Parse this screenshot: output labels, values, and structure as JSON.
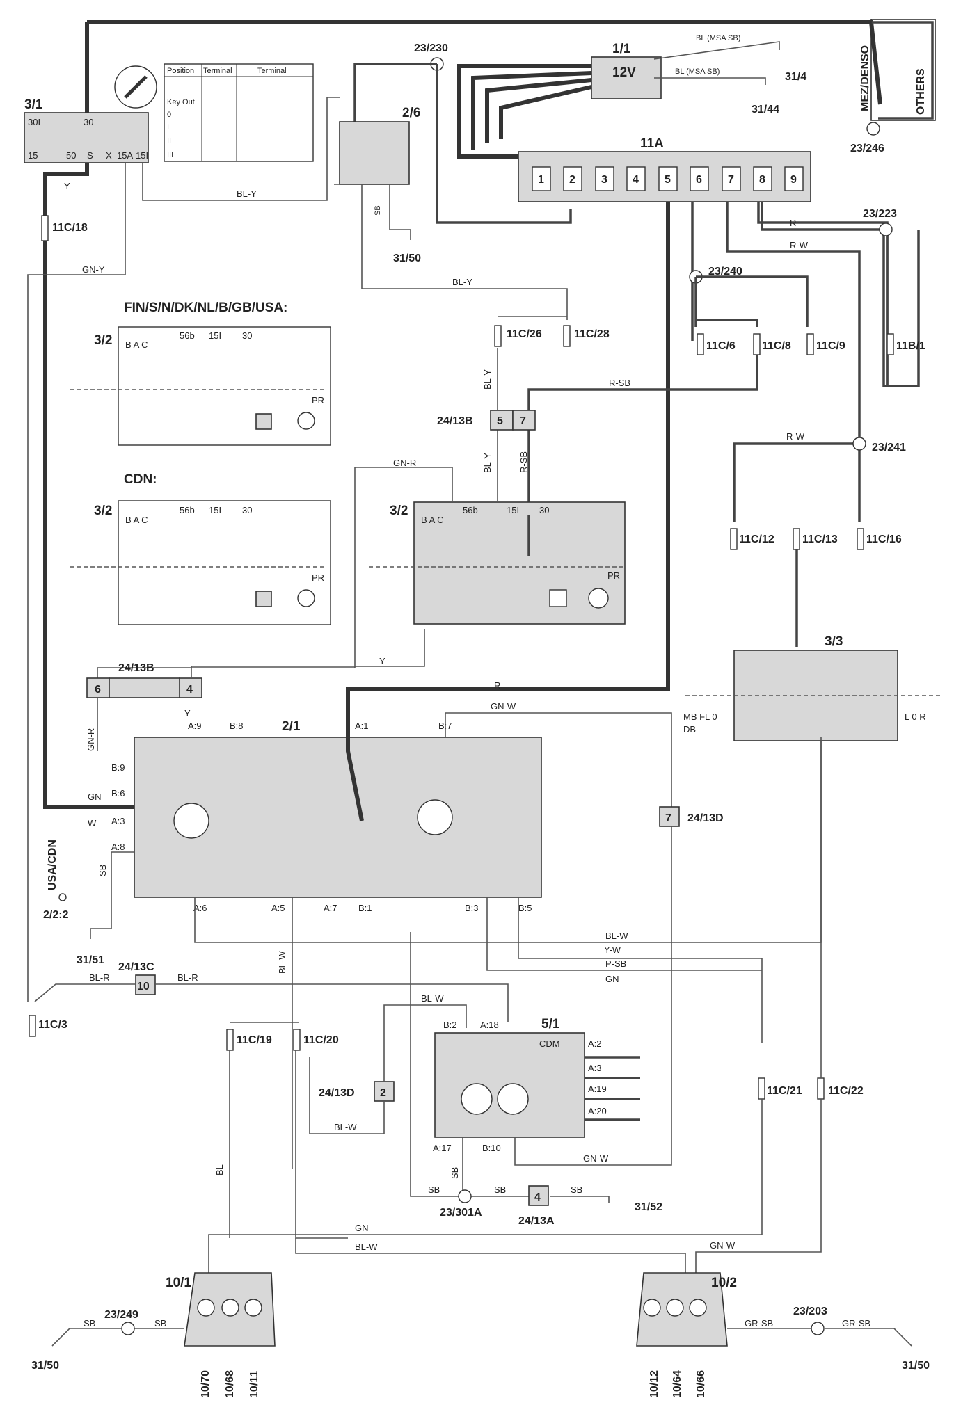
{
  "components": {
    "ignition_switch": "3/1",
    "battery": "1/1",
    "battery_voltage": "12V",
    "relay": "2/6",
    "fuse_box": "11A",
    "light_switch": "3/2",
    "light_switch_variant_eu": "FIN/S/N/DK/NL/B/GB/USA:",
    "light_switch_variant_cdn": "CDN:",
    "headlight_relay": "2/1",
    "switch_33": "3/3",
    "cem": "5/1",
    "cem_label": "CDM",
    "headlamp_left": "10/1",
    "headlamp_right": "10/2",
    "usa_cdn": "USA/CDN",
    "ground_222": "2/2:2"
  },
  "ignition_table": {
    "headers": [
      "Position",
      "Terminal",
      "Terminal"
    ],
    "rows": [
      "Key Out",
      "0",
      "I",
      "II",
      "III"
    ]
  },
  "fuses": [
    "1",
    "2",
    "3",
    "4",
    "5",
    "6",
    "7",
    "8",
    "9"
  ],
  "harness_labels": {
    "others": "OTHERS",
    "mez_denso": "MEZ/DENSO"
  },
  "splices": [
    "23/230",
    "23/246",
    "23/223",
    "23/240",
    "23/241",
    "23/301A",
    "23/249",
    "23/203"
  ],
  "grounds": [
    "31/4",
    "31/44",
    "31/50",
    "31/51",
    "31/52",
    "31/50",
    "31/50"
  ],
  "connectors": {
    "c_11c18": "11C/18",
    "c_11c26": "11C/26",
    "c_11c28": "11C/28",
    "c_11c6": "11C/6",
    "c_11c8": "11C/8",
    "c_11c9": "11C/9",
    "c_11b1": "11B/1",
    "c_11c12": "11C/12",
    "c_11c13": "11C/13",
    "c_11c16": "11C/16",
    "c_11c3": "11C/3",
    "c_11c19": "11C/19",
    "c_11c20": "11C/20",
    "c_11c21": "11C/21",
    "c_11c22": "11C/22",
    "c_2413b": "24/13B",
    "c_2413b2": "24/13B",
    "c_2413c": "24/13C",
    "c_2413d": "24/13D",
    "c_2413d2": "24/13D",
    "c_2413a": "24/13A"
  },
  "wire_colors": {
    "bl_msa_sb": "BL (MSA SB)",
    "bl_y": "BL-Y",
    "gn_y": "GN-Y",
    "gn_r": "GN-R",
    "r_sb": "R-SB",
    "r_w": "R-W",
    "bl_w": "BL-W",
    "y_w": "Y-W",
    "p_sb": "P-SB",
    "gn": "GN",
    "gn_w": "GN-W",
    "bl_r": "BL-R",
    "sb": "SB",
    "gr_sb": "GR-SB",
    "r": "R",
    "y": "Y",
    "w": "W",
    "bl": "BL"
  },
  "bulbs_left": [
    "10/70",
    "10/68",
    "10/11"
  ],
  "bulbs_right": [
    "10/12",
    "10/64",
    "10/66"
  ],
  "switch33_positions": "MB FL 0",
  "switch33_db": "DB",
  "switch33_lor": "L 0 R"
}
